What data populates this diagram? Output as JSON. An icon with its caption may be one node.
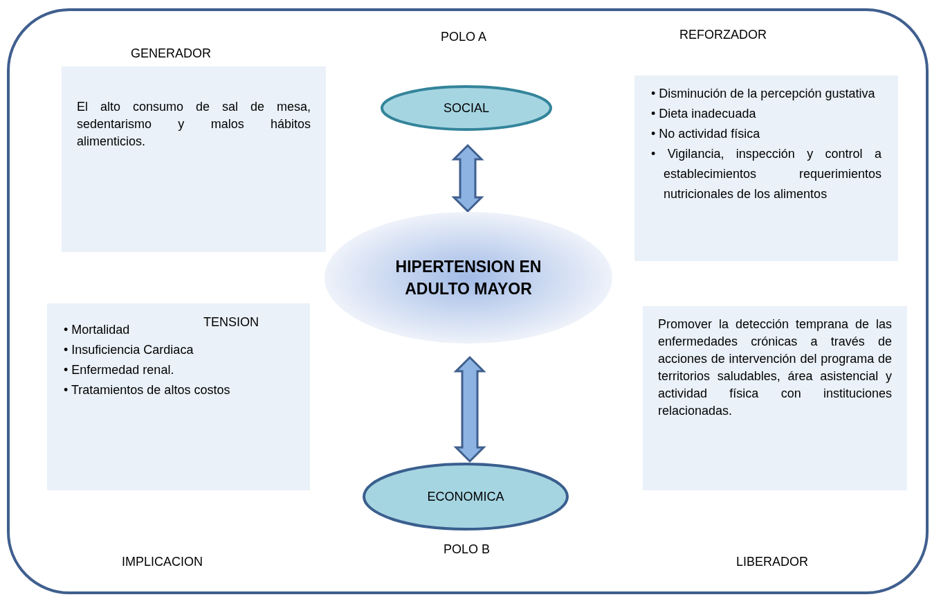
{
  "diagram": {
    "nodes": [
      {
        "text": [],
        "shape": "box"
      },
      {
        "text": [
          "GENERADOR",
          "El alto consumo de sal de mesa, sedentarismo y malos hábitos alimenticios."
        ],
        "in": 0
      },
      {
        "text": [
          "SOCIAL"
        ],
        "in": 0
      },
      {
        "text": [
          "REFORZADOR",
          "• Disminución de la percepción gustativa",
          "• Dieta inadecuada",
          "• No actividad física",
          "• Vigilancia, inspección y control a establecimientos requerimientos nutricionales de los alimentos"
        ],
        "in": 0
      },
      {
        "text": [
          "HIPERTENSION EN ADULTO MAYOR"
        ],
        "in": 0
      },
      {
        "text": [
          "TENSION",
          "• Mortalidad",
          "• Insuficiencia Cardiaca",
          "• Enfermedad renal.",
          "• Tratamientos de altos costos"
        ],
        "in": 0
      },
      {
        "text": [
          "Promover la detección temprana de las enfermedades crónicas a través de acciones de intervención del programa de territorios saludables, área asistencial y actividad física con instituciones relacionadas."
        ],
        "in": 0
      },
      {
        "text": [
          "ECONOMICA"
        ],
        "in": 0
      }
    ],
    "edges": [
      {
        "from": 2,
        "to": 4,
        "arrow": "both",
        "style": "thick"
      },
      {
        "from": 4,
        "to": 7,
        "arrow": "both",
        "style": "thick"
      }
    ],
    "labels": [
      "POLO A",
      "POLO B",
      "IMPLICACION",
      "LIBERADOR"
    ]
  }
}
